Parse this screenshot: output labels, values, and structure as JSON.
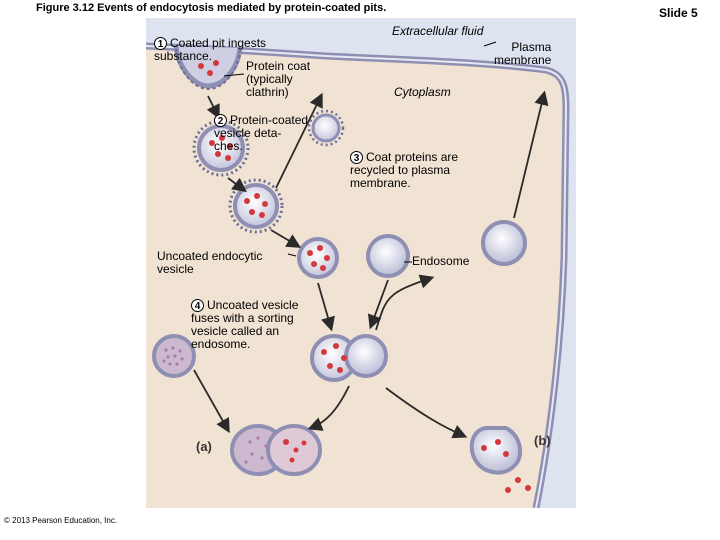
{
  "header": {
    "title": "Figure 3.12  Events of endocytosis mediated by protein-coated pits.",
    "slide": "Slide 5"
  },
  "footer": {
    "copyright": "© 2013 Pearson Education, Inc."
  },
  "labels": {
    "step1": {
      "num": "1",
      "text": "Coated pit ingests\nsubstance."
    },
    "protein_coat": "Protein coat\n(typically\nclathrin)",
    "step2": {
      "num": "2",
      "text": "Protein-coated\nvesicle deta-\n      ches."
    },
    "extracellular": "Extracellular fluid",
    "plasma": "Plasma\nmembrane",
    "cytoplasm": "Cytoplasm",
    "step3": {
      "num": "3",
      "text": "Coat proteins are\nrecycled to plasma\nmembrane."
    },
    "uncoated": "Uncoated endocytic\nvesicle",
    "endosome": "Endosome",
    "step4": {
      "num": "4",
      "text": "Uncoated vesicle\nfuses with a sorting\nvesicle called an\nendosome."
    },
    "part_a": "(a)",
    "part_b": "(b)"
  },
  "colors": {
    "panel_bg": "#f1e3d3",
    "extracellular_bg": "#dde4ef",
    "membrane": "#8f8fb3",
    "vesicle_fill": "#cfcfe3",
    "coat": "#6d6d96",
    "cargo": "#d3383a",
    "arrow": "#2a2a2a"
  }
}
